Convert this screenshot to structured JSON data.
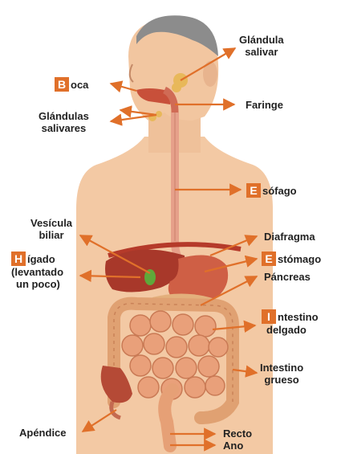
{
  "colors": {
    "accent": "#e0702a",
    "skin": "#f2c6a0",
    "hair": "#8c8c8c",
    "intestine": "#e59a6c",
    "organ_red": "#b8412c",
    "esophagus": "#e6a08a"
  },
  "labels": {
    "glandula_salivar": [
      "Glándula",
      "salivar"
    ],
    "boca": {
      "initial": "B",
      "rest": "oca"
    },
    "glandulas_salivares": [
      "Glándulas",
      "salivares"
    ],
    "faringe": "Faringe",
    "esofago": {
      "initial": "E",
      "rest": "sófago"
    },
    "vesicula_biliar": [
      "Vesícula",
      "biliar"
    ],
    "diafragma": "Diafragma",
    "higado": {
      "initial": "H",
      "rest": "ígado",
      "line2": "(levantado",
      "line3": "un poco)"
    },
    "estomago": {
      "initial": "E",
      "rest": "stómago"
    },
    "pancreas": "Páncreas",
    "intestino_delgado": {
      "initial": "I",
      "rest": "ntestino",
      "line2": "delgado"
    },
    "intestino_grueso": [
      "Intestino",
      "grueso"
    ],
    "apendice": "Apéndice",
    "recto": "Recto",
    "ano": "Ano"
  }
}
